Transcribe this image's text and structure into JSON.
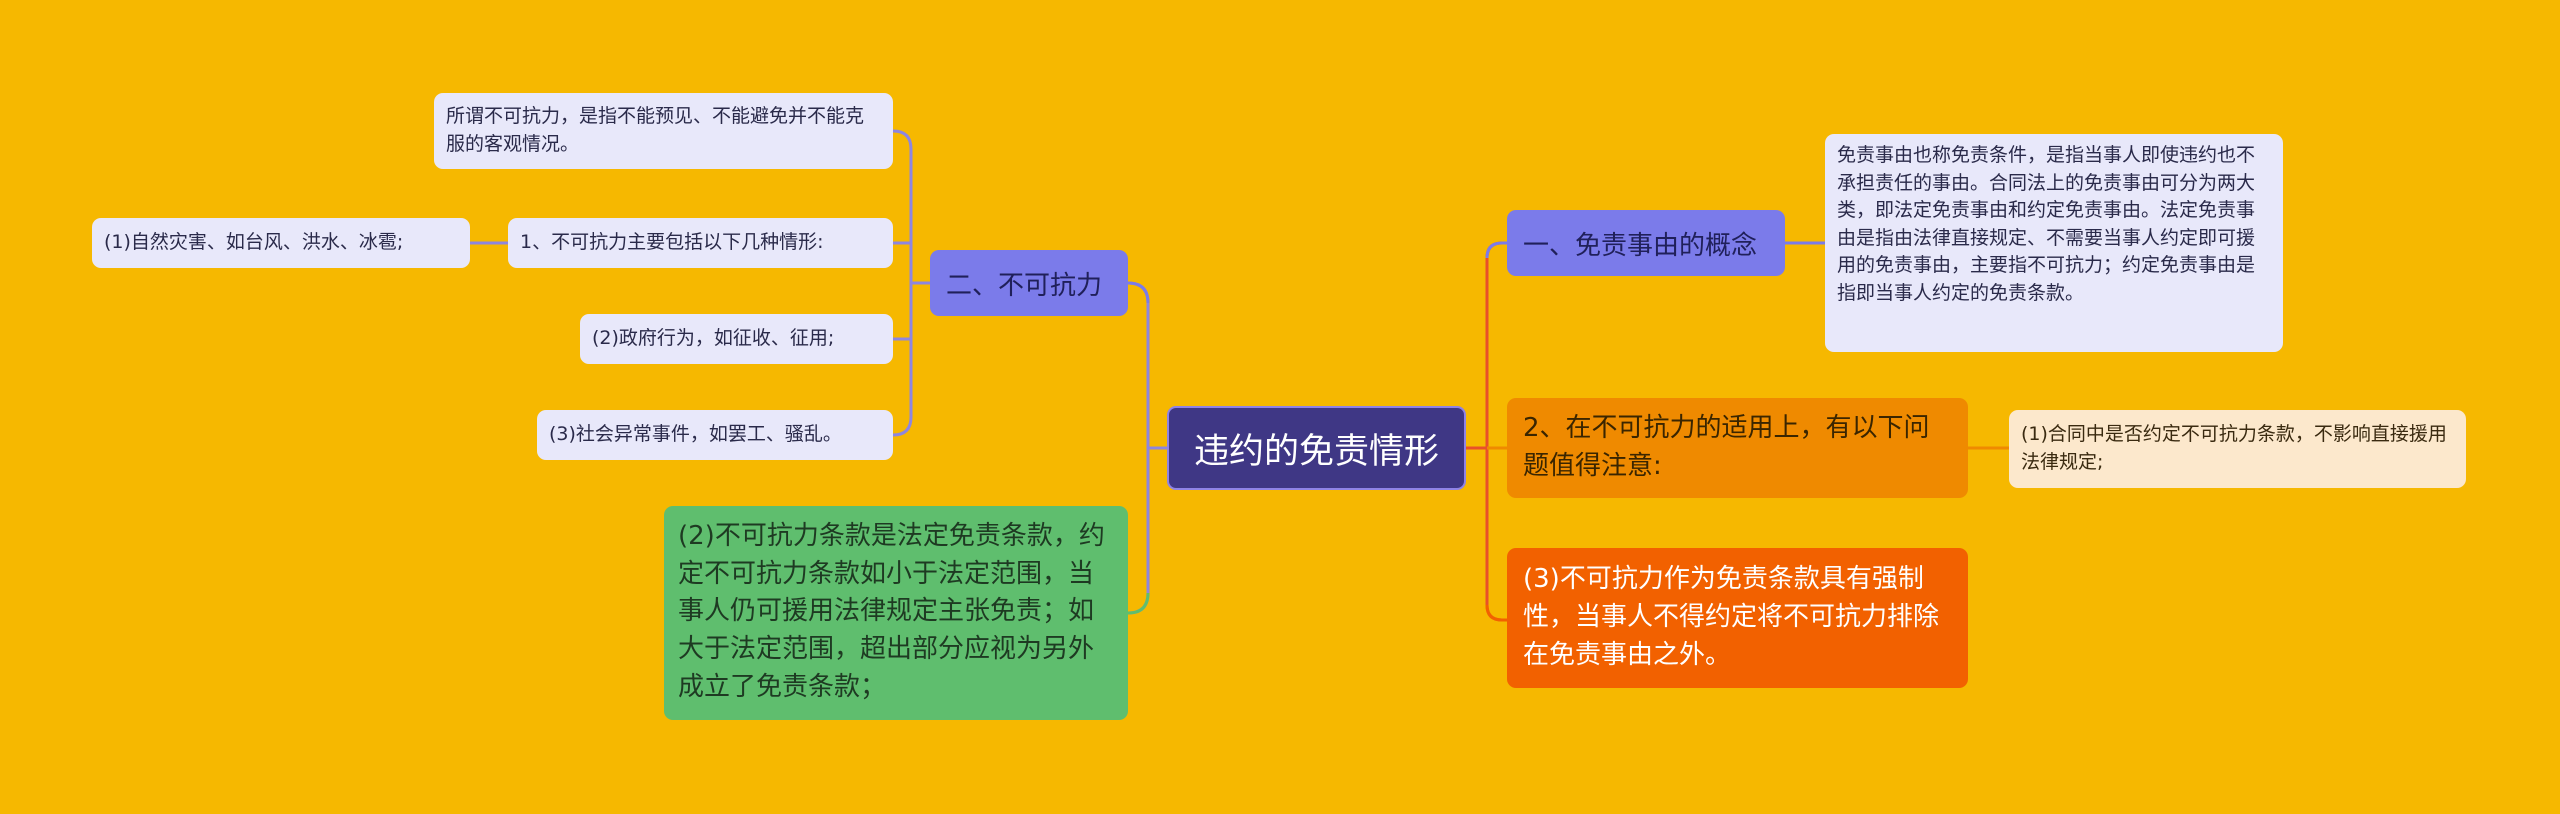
{
  "root": {
    "label": "违约的免责情形"
  },
  "left": {
    "force_majeure": {
      "label": "二、不可抗力",
      "definition": "所谓不可抗力，是指不能预见、不能避免并不能克服的客观情况。",
      "situations": {
        "label": "1、不可抗力主要包括以下几种情形:",
        "items": [
          "(1)自然灾害、如台风、洪水、冰雹;",
          "(2)政府行为，如征收、征用;",
          "(3)社会异常事件，如罢工、骚乱。"
        ]
      }
    },
    "statutory_clause": {
      "label": "(2)不可抗力条款是法定免责条款，约定不可抗力条款如小于法定范围，当事人仍可援用法律规定主张免责；如大于法定范围，超出部分应视为另外成立了免责条款；"
    }
  },
  "right": {
    "concept": {
      "label": "一、免责事由的概念",
      "detail": "免责事由也称免责条件，是指当事人即使违约也不承担责任的事由。合同法上的免责事由可分为两大类，即法定免责事由和约定免责事由。法定免责事由是指由法律直接规定、不需要当事人约定即可援用的免责事由，主要指不可抗力；约定免责事由是指即当事人约定的免责条款。"
    },
    "application": {
      "label": "2、在不可抗力的适用上，有以下问题值得注意:",
      "detail": "(1)合同中是否约定不可抗力条款，不影响直接援用法律规定;"
    },
    "mandatory": {
      "label": "(3)不可抗力作为免责条款具有强制性，当事人不得约定将不可抗力排除在免责事由之外。"
    }
  },
  "colors": {
    "background": "#F6B800",
    "root": "#3F3785",
    "purple_branch": "#7B7BEA",
    "lavender_leaf": "#E8E8FA",
    "green_branch": "#5FBE6E",
    "orange_branch": "#EF8A00",
    "red_orange_branch": "#F26100",
    "cream_leaf": "#FCE8CC"
  }
}
